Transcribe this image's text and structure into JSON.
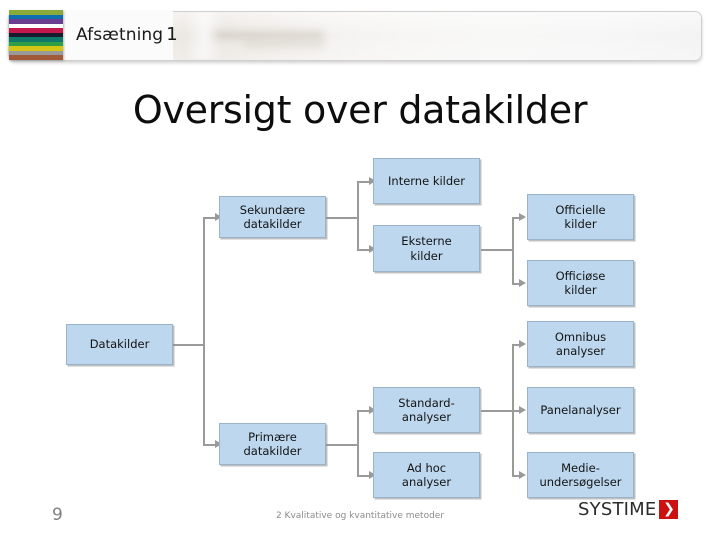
{
  "header": {
    "title_text": "Afsætning",
    "title_number": "1",
    "stripe_colors": [
      "#8aaa3b",
      "#0e6fb0",
      "#6b3d8f",
      "#ffffff",
      "#c4184c",
      "#1a1a2e",
      "#0f7a6b",
      "#2f9e44",
      "#d4c615",
      "#9a9a9a",
      "#a05a3a"
    ]
  },
  "slide": {
    "title": "Oversigt over datakilder"
  },
  "diagram": {
    "nodes": [
      {
        "id": "datakilder",
        "label": "Datakilder"
      },
      {
        "id": "sekundaere",
        "label": "Sekundære\ndatakilder"
      },
      {
        "id": "primaere",
        "label": "Primære\ndatakilder"
      },
      {
        "id": "interne",
        "label": "Interne kilder"
      },
      {
        "id": "eksterne",
        "label": "Eksterne\nkilder"
      },
      {
        "id": "standard",
        "label": "Standard-\nanalyser"
      },
      {
        "id": "adhoc",
        "label": "Ad hoc\nanalyser"
      },
      {
        "id": "officielle",
        "label": "Officielle\nkilder"
      },
      {
        "id": "officioese",
        "label": "Officiøse\nkilder"
      },
      {
        "id": "omnibus",
        "label": "Omnibus\nanalyser"
      },
      {
        "id": "panelanalyser",
        "label": "Panelanalyser"
      },
      {
        "id": "medieundersoegelser",
        "label": "Medie-\nundersøgelser"
      }
    ],
    "node_fill": "#bdd7ee",
    "node_border": "#9ab3c9",
    "connector_color": "#9a9a9a"
  },
  "footer": {
    "page_number": "9",
    "chapter_text": "2 Kvalitative og kvantitative metoder",
    "logo_word": "SYSTIME",
    "logo_mark": "❯",
    "logo_color": "#cc1111"
  }
}
